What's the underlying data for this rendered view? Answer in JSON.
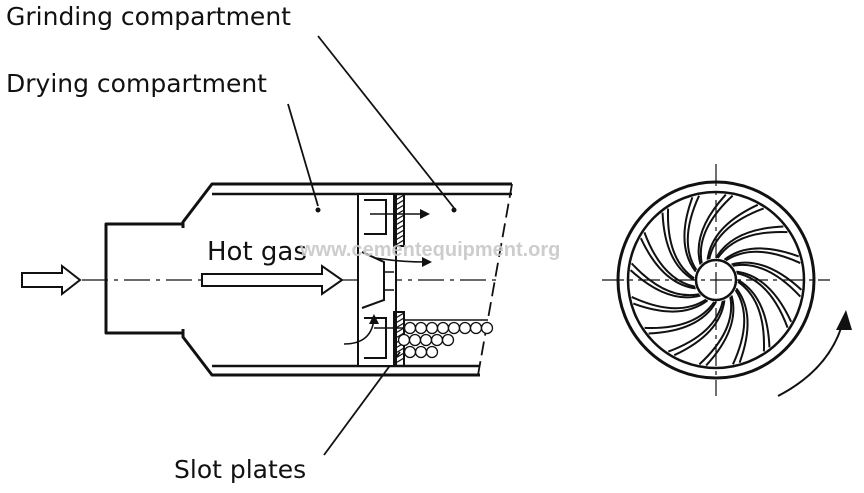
{
  "labels": {
    "grinding": "Grinding compartment",
    "drying": "Drying compartment",
    "hot_gas": "Hot gas",
    "slot_plates": "Slot plates"
  },
  "watermark": "www.cementequipment.org",
  "colors": {
    "ink": "#111111",
    "watermark": "#c8c8c8"
  }
}
